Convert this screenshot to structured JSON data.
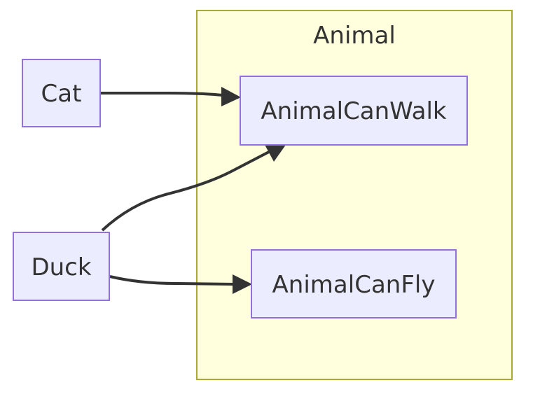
{
  "diagram": {
    "type": "flowchart",
    "direction": "LR",
    "colors": {
      "cluster_fill": "#ffffde",
      "cluster_stroke": "#aaaa33",
      "node_fill": "#ececff",
      "node_stroke": "#9370db",
      "edge": "#333333",
      "text": "#333333"
    },
    "cluster": {
      "label": "Animal"
    },
    "nodes": {
      "cat": {
        "label": "Cat"
      },
      "duck": {
        "label": "Duck"
      },
      "walk": {
        "label": "AnimalCanWalk"
      },
      "fly": {
        "label": "AnimalCanFly"
      }
    },
    "edges": [
      {
        "from": "Cat",
        "to": "AnimalCanWalk"
      },
      {
        "from": "Duck",
        "to": "AnimalCanWalk"
      },
      {
        "from": "Duck",
        "to": "AnimalCanFly"
      }
    ]
  }
}
